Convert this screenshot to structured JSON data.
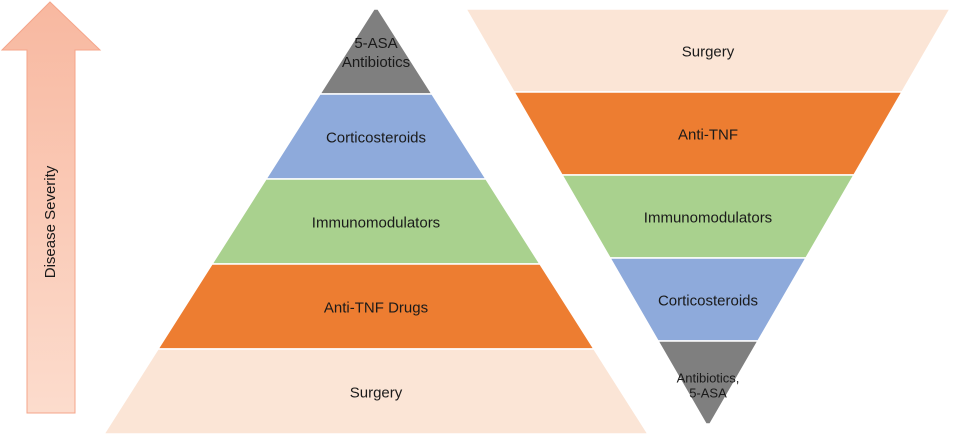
{
  "arrow": {
    "label": "Disease Severity",
    "color_top": "#f8b8a0",
    "color_bottom": "#fcdccd"
  },
  "left_pyramid": {
    "tiers": [
      {
        "lines": [
          "5-ASA",
          "Antibiotics"
        ],
        "color": "#7f7f7f"
      },
      {
        "lines": [
          "Corticosteroids"
        ],
        "color": "#8eaadb"
      },
      {
        "lines": [
          "Immunomodulators"
        ],
        "color": "#a9d18e"
      },
      {
        "lines": [
          "Anti-TNF Drugs"
        ],
        "color": "#ed7d31"
      },
      {
        "lines": [
          "Surgery"
        ],
        "color": "#fbe5d6"
      }
    ]
  },
  "right_pyramid": {
    "tiers": [
      {
        "lines": [
          "Surgery"
        ],
        "color": "#fbe5d6"
      },
      {
        "lines": [
          "Anti-TNF"
        ],
        "color": "#ed7d31"
      },
      {
        "lines": [
          "Immunomodulators"
        ],
        "color": "#a9d18e"
      },
      {
        "lines": [
          "Corticosteroids"
        ],
        "color": "#8eaadb"
      },
      {
        "lines": [
          "Antibiotics,",
          "5-ASA"
        ],
        "color": "#7f7f7f"
      }
    ]
  }
}
